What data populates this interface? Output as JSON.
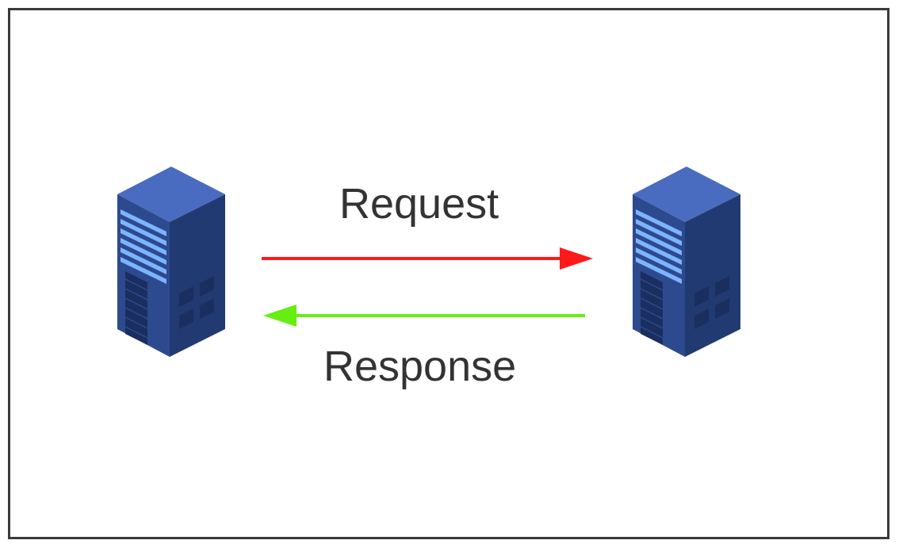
{
  "diagram": {
    "nodes": [
      {
        "id": "left",
        "icon": "server-icon"
      },
      {
        "id": "right",
        "icon": "server-icon"
      }
    ],
    "edges": [
      {
        "from": "left",
        "to": "right",
        "label": "Request",
        "color": "#ff1a1a"
      },
      {
        "from": "right",
        "to": "left",
        "label": "Response",
        "color": "#66ee11"
      }
    ]
  },
  "colors": {
    "border": "#3a3a3a",
    "server_front": "#2d4a8e",
    "server_side": "#223a72",
    "server_top": "#4a6cc0",
    "server_lights": "#7db4ff"
  }
}
